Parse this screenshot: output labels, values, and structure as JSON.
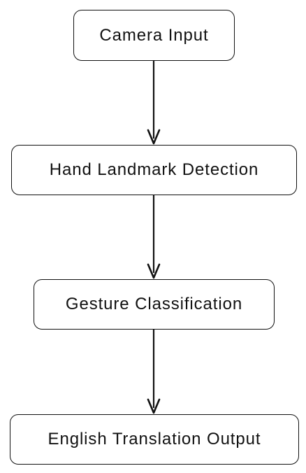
{
  "diagram": {
    "nodes": [
      {
        "id": "camera-input",
        "label": "Camera Input"
      },
      {
        "id": "hand-landmark-detection",
        "label": "Hand Landmark Detection"
      },
      {
        "id": "gesture-classification",
        "label": "Gesture Classification"
      },
      {
        "id": "english-translation-output",
        "label": "English Translation Output"
      }
    ],
    "edges": [
      {
        "from": "camera-input",
        "to": "hand-landmark-detection"
      },
      {
        "from": "hand-landmark-detection",
        "to": "gesture-classification"
      },
      {
        "from": "gesture-classification",
        "to": "english-translation-output"
      }
    ],
    "colors": {
      "stroke": "#111111",
      "background": "#ffffff",
      "text": "#111111"
    }
  }
}
